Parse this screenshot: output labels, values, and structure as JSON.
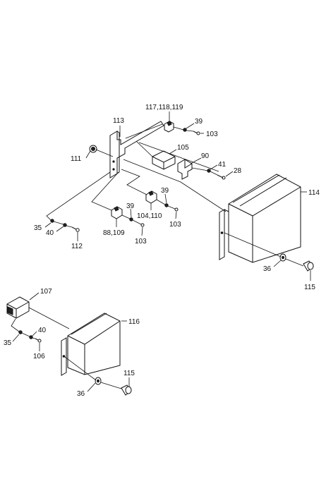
{
  "callouts": {
    "c117_118_119": "117,118,119",
    "c113": "113",
    "c39_top": "39",
    "c103_top": "103",
    "c105": "105",
    "c111": "111",
    "c90": "90",
    "c41": "41",
    "c28": "28",
    "c114": "114",
    "c39_mid": "39",
    "c104_110": "104,110",
    "c103_mid": "103",
    "c39_left": "39",
    "c88_109": "88,109",
    "c103_left": "103",
    "c35_top": "35",
    "c40_top": "40",
    "c112": "112",
    "c36_top": "36",
    "c115_top": "115",
    "c107": "107",
    "c116": "116",
    "c40_bottom": "40",
    "c35_bottom": "35",
    "c106": "106",
    "c115_bottom": "115",
    "c36_bottom": "36"
  }
}
